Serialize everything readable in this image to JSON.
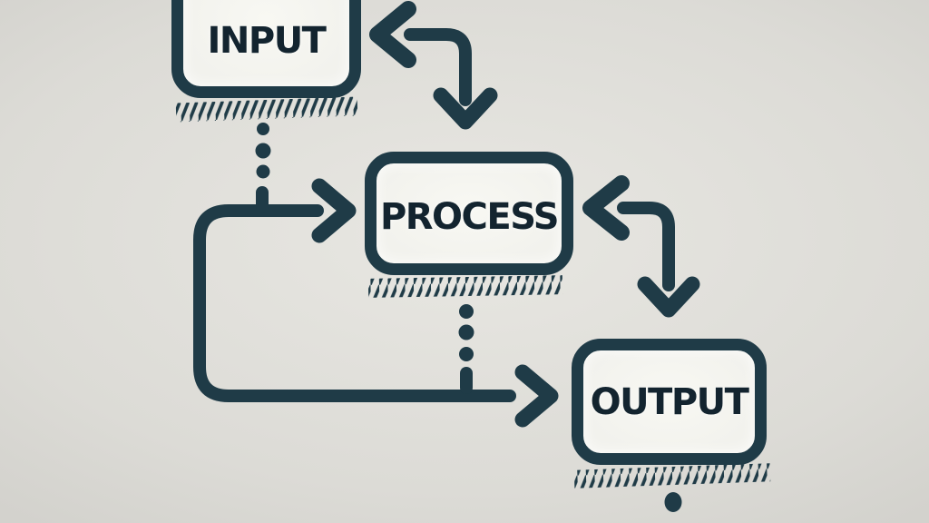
{
  "diagram": {
    "type": "flowchart",
    "style": "hand-drawn marker sketch, boxes with hatched drop shadows",
    "nodes": [
      {
        "id": "input",
        "label": "INPUT"
      },
      {
        "id": "process",
        "label": "PROCESS"
      },
      {
        "id": "output",
        "label": "OUTPUT"
      }
    ],
    "connectors": [
      {
        "id": "input-process-bidirectional",
        "description": "Bent double-headed arrow at top: one head points left at INPUT box, the other head points down toward PROCESS box"
      },
      {
        "id": "process-output-bidirectional",
        "description": "Bent double-headed arrow at right: one head points left at PROCESS box, the other head points down toward OUTPUT box"
      },
      {
        "id": "elbow-branch",
        "description": "Elbow line on the left: right-pointing arrowhead into PROCESS at top, continues down and right with a right-pointing arrowhead toward OUTPUT"
      },
      {
        "id": "input-dotted-drop",
        "description": "Vertical dotted line (3 dots + dash) from bottom of INPUT down to the elbow line"
      },
      {
        "id": "process-dotted-drop",
        "description": "Vertical dotted line (3 dots + dash) from bottom of PROCESS down to the lower elbow line"
      }
    ],
    "decorations": [
      {
        "id": "hatch-shadow-input",
        "description": "Diagonal hatch shadow strokes under INPUT box"
      },
      {
        "id": "hatch-shadow-process",
        "description": "Diagonal hatch shadow strokes under PROCESS box"
      },
      {
        "id": "hatch-shadow-output",
        "description": "Diagonal hatch shadow strokes under OUTPUT box"
      },
      {
        "id": "output-dot",
        "description": "Single round dot centered below OUTPUT box"
      }
    ]
  },
  "colors": {
    "ink": "#1f3b47",
    "text": "#13242f",
    "background": "#dcdbd6",
    "background_center": "#e8e7e2",
    "box_fill": "#f2f2ed"
  }
}
